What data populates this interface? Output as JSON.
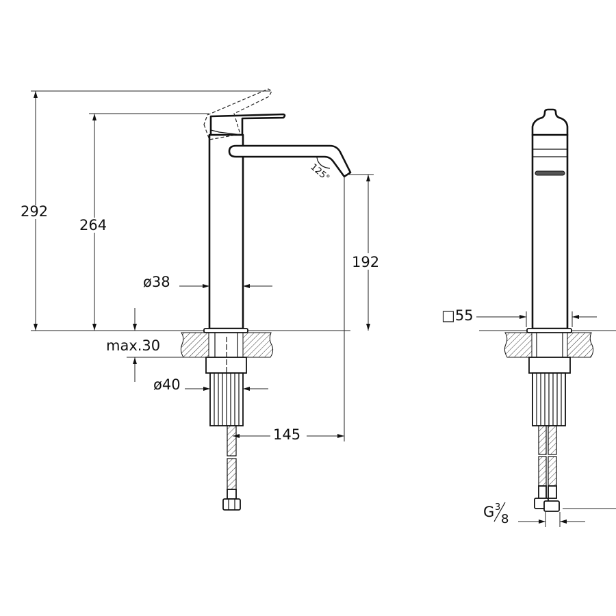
{
  "drawing": {
    "dimensions": {
      "total_height": "292",
      "handle_height": "264",
      "spout_height": "192",
      "body_diameter": "ø38",
      "max_counter_thickness": "max.30",
      "shank_diameter": "ø40",
      "spout_reach": "145",
      "spout_angle": "125°",
      "body_square": "□55",
      "connection_prefix": "G",
      "connection_num": "3",
      "connection_den": "8"
    }
  }
}
